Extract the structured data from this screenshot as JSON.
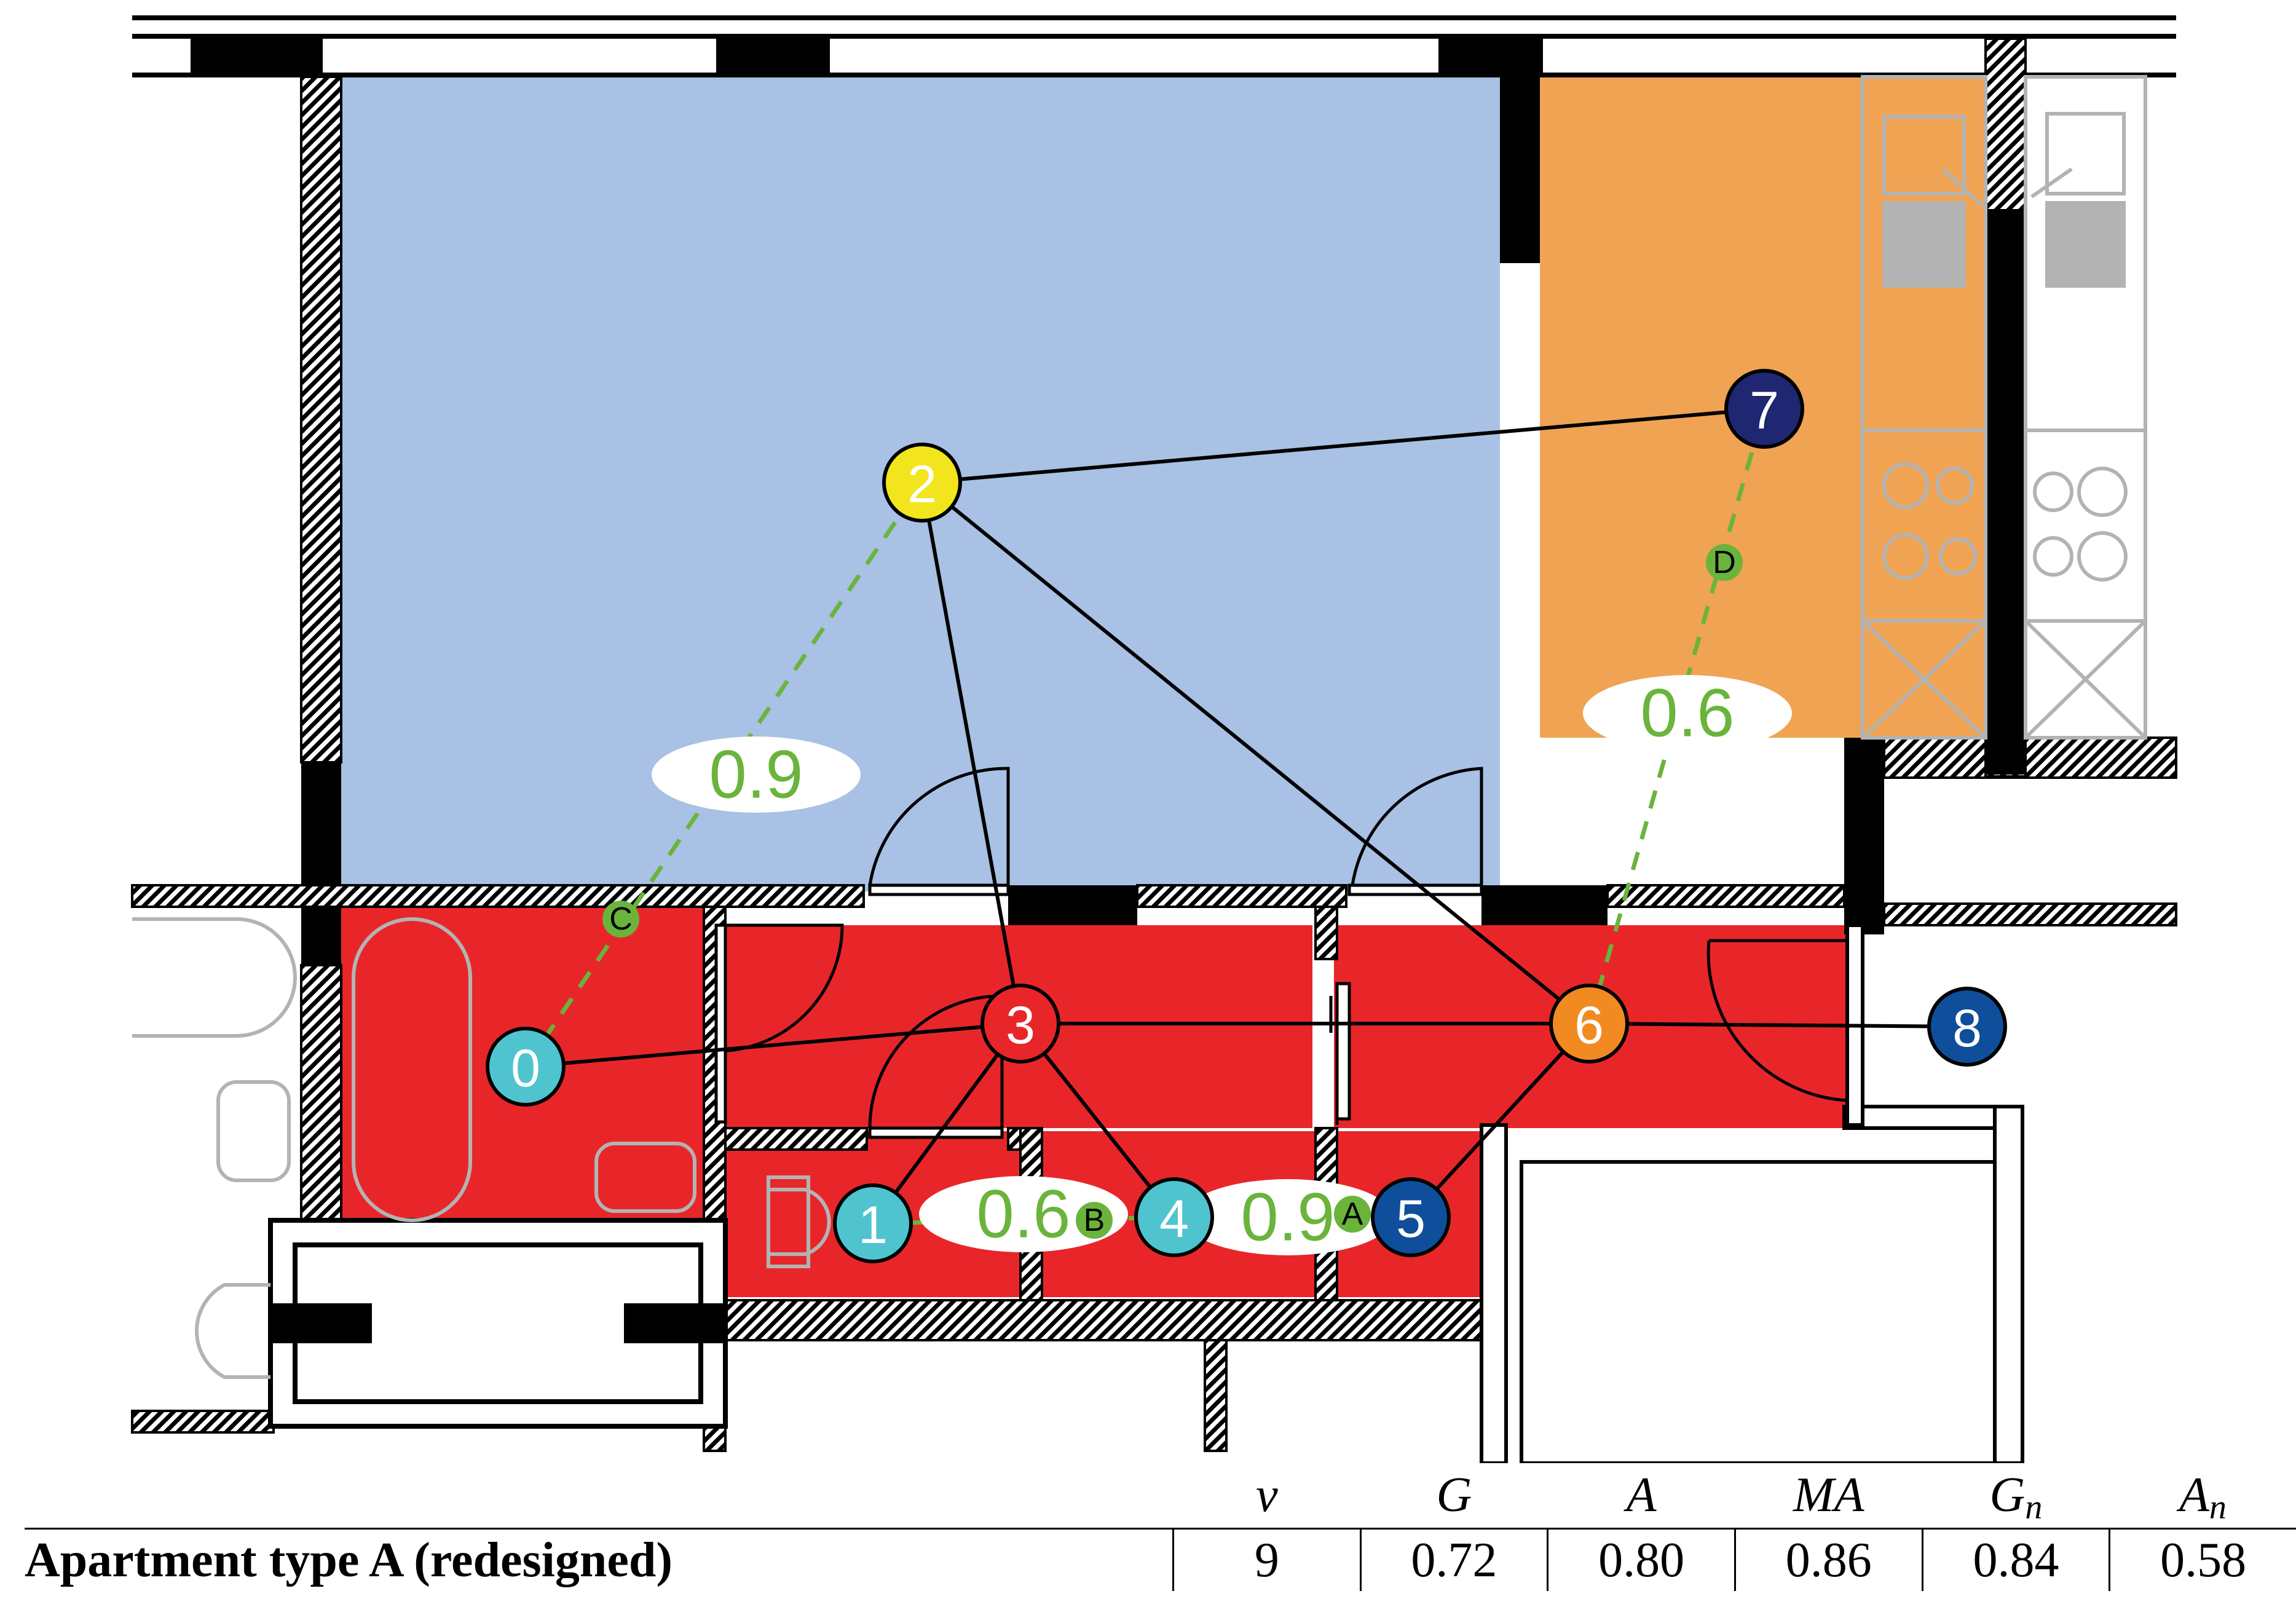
{
  "graph": {
    "nodes": [
      {
        "id": "0",
        "label": "0",
        "color": "#4fc4cf"
      },
      {
        "id": "1",
        "label": "1",
        "color": "#4fc4cf"
      },
      {
        "id": "2",
        "label": "2",
        "color": "#f2e51d"
      },
      {
        "id": "3",
        "label": "3",
        "color": "#e8262a"
      },
      {
        "id": "4",
        "label": "4",
        "color": "#4fc4cf"
      },
      {
        "id": "5",
        "label": "5",
        "color": "#0f4e9a"
      },
      {
        "id": "6",
        "label": "6",
        "color": "#f28a22"
      },
      {
        "id": "7",
        "label": "7",
        "color": "#1f2672"
      },
      {
        "id": "8",
        "label": "8",
        "color": "#0f4e9a"
      }
    ],
    "edges": [
      [
        "0",
        "3"
      ],
      [
        "3",
        "6"
      ],
      [
        "6",
        "8"
      ],
      [
        "2",
        "7"
      ],
      [
        "2",
        "3"
      ],
      [
        "2",
        "6"
      ],
      [
        "3",
        "1"
      ],
      [
        "3",
        "4"
      ],
      [
        "6",
        "5"
      ]
    ],
    "dashed_links": [
      {
        "id": "C",
        "marker": "C",
        "weight": "0.9",
        "from": "0",
        "to": "2"
      },
      {
        "id": "D",
        "marker": "D",
        "weight": "0.6",
        "from": "6",
        "to": "7"
      },
      {
        "id": "B",
        "marker": "B",
        "weight": "0.6",
        "from": "1",
        "to": "4"
      },
      {
        "id": "A",
        "marker": "A",
        "weight": "0.9",
        "from": "4",
        "to": "5"
      }
    ]
  },
  "colors": {
    "living_room": "#a8c1e4",
    "kitchen": "#f0a352",
    "wet_rooms": "#e8262a",
    "wall": "#000000",
    "fixture": "#b3b3b3",
    "dashed_link": "#6ab43c"
  },
  "table": {
    "headers": [
      "v",
      "G",
      "A",
      "MA",
      "G",
      "A"
    ],
    "header_subscripts": [
      "",
      "",
      "",
      "",
      "n",
      "n"
    ],
    "row_label": "Apartment type A (redesigned)",
    "values": [
      "9",
      "0.72",
      "0.80",
      "0.86",
      "0.84",
      "0.58"
    ]
  }
}
